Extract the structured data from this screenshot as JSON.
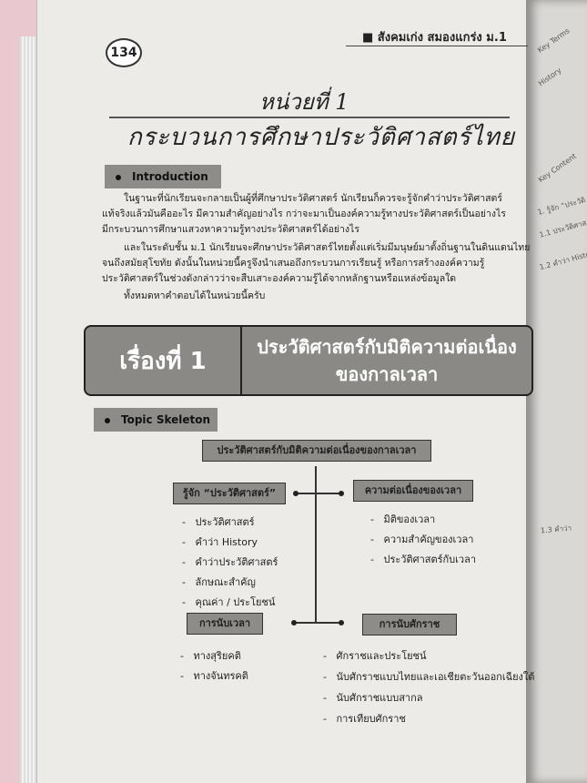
{
  "header": {
    "series": "■ สังคมเก่ง สมองแกร่ง ม.1",
    "page_number": "134"
  },
  "unit": {
    "label": "หน่วยที่ 1",
    "title": "กระบวนการศึกษาประวัติศาสตร์ไทย"
  },
  "intro": {
    "heading": "Introduction",
    "paragraphs": [
      "ในฐานะที่นักเรียนจะกลายเป็นผู้ที่ศึกษาประวัติศาสตร์ นักเรียนก็ควรจะรู้จักคำว่าประวัติศาสตร์",
      "แท้จริงแล้วมันคืออะไร มีความสำคัญอย่างไร กว่าจะมาเป็นองค์ความรู้ทางประวัติศาสตร์เป็นอย่างไร",
      "มีกระบวนการศึกษาแสวงหาความรู้ทางประวัติศาสตร์ได้อย่างไร",
      "และในระดับชั้น ม.1 นักเรียนจะศึกษาประวัติศาสตร์ไทยตั้งแต่เริ่มมีมนุษย์มาตั้งถิ่นฐานในดินแดนไทย",
      "จนถึงสมัยสุโขทัย ดังนั้นในหน่วยนี้ครูจึงนำเสนอถึงกระบวนการเรียนรู้ หรือการสร้างองค์ความรู้",
      "ประวัติศาสตร์ในช่วงดังกล่าวว่าจะสืบเสาะองค์ความรู้ได้จากหลักฐานหรือแหล่งข้อมูลใด",
      "ทั้งหมดหาคำตอบได้ในหน่วยนี้ครับ"
    ]
  },
  "chapter": {
    "label": "เรื่องที่ 1",
    "title_line1": "ประวัติศาสตร์กับมิติความต่อเนื่อง",
    "title_line2": "ของกาลเวลา"
  },
  "skeleton": {
    "heading": "Topic Skeleton",
    "root": "ประวัติศาสตร์กับมิติความต่อเนื่องของกาลเวลา",
    "branches": [
      {
        "title": "รู้จัก “ประวัติศาสตร์”",
        "items": [
          "ประวัติศาสตร์",
          "คำว่า History",
          "คำว่าประวัติศาสตร์",
          "ลักษณะสำคัญ",
          "คุณค่า / ประโยชน์"
        ]
      },
      {
        "title": "ความต่อเนื่องของเวลา",
        "items": [
          "มิติของเวลา",
          "ความสำคัญของเวลา",
          "ประวัติศาสตร์กับเวลา"
        ]
      },
      {
        "title": "การนับเวลา",
        "items": [
          "ทางสุริยคติ",
          "ทางจันทรคติ"
        ]
      },
      {
        "title": "การนับศักราช",
        "items": [
          "ศักราชและประโยชน์",
          "นับศักราชแบบไทยและเอเชียตะวันออกเฉียงใต้",
          "นับศักราชแบบสากล",
          "การเทียบศักราช"
        ]
      }
    ]
  },
  "facing_page": {
    "fragments": [
      "Key Terms",
      "History",
      "Key Content",
      "1. รู้จัก “ประวัติ",
      "1.1 ประวัติศาส",
      "1.2 คำว่า Histo",
      "1.3 คำว่า"
    ]
  }
}
